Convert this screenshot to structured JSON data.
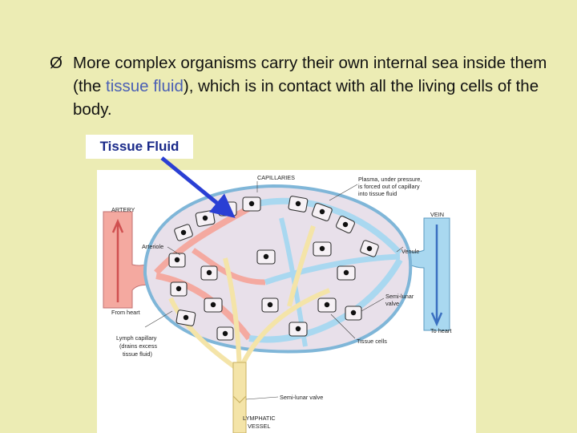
{
  "slide": {
    "bullet_symbol": "Ø",
    "text_before": "More complex organisms carry their own internal sea inside them (the ",
    "highlight": "tissue fluid",
    "text_after": "), which is in contact with all the living cells of the body.",
    "callout_label": "Tissue Fluid"
  },
  "colors": {
    "background": "#ececb4",
    "callout_text": "#1a2a8a",
    "highlight_text": "#4a5fb5",
    "arrow": "#2a3fd4",
    "artery": "#f4a9a0",
    "vein": "#a9d8f0",
    "tissue_fluid": "#e8e0ea",
    "lymph": "#f4e4a8"
  },
  "diagram": {
    "capillaries": "CAPILLARIES",
    "plasma_line1": "Plasma, under pressure,",
    "plasma_line2": "is forced out of capillary",
    "plasma_line3": "into tissue fluid",
    "artery": "ARTERY",
    "vein": "VEIN",
    "arteriole": "Arteriole",
    "venule": "Venule",
    "from_heart": "From heart",
    "semilunar_1": "Semi-lunar",
    "semilunar_2": "valve",
    "to_heart": "To heart",
    "lymph_1": "Lymph capillary",
    "lymph_2": "(drains excess",
    "lymph_3": "tissue fluid)",
    "tissue_cells": "Tissue cells",
    "semilunar_valve": "Semi-lunar valve",
    "lymphatic_1": "LYMPHATIC",
    "lymphatic_2": "VESSEL"
  }
}
